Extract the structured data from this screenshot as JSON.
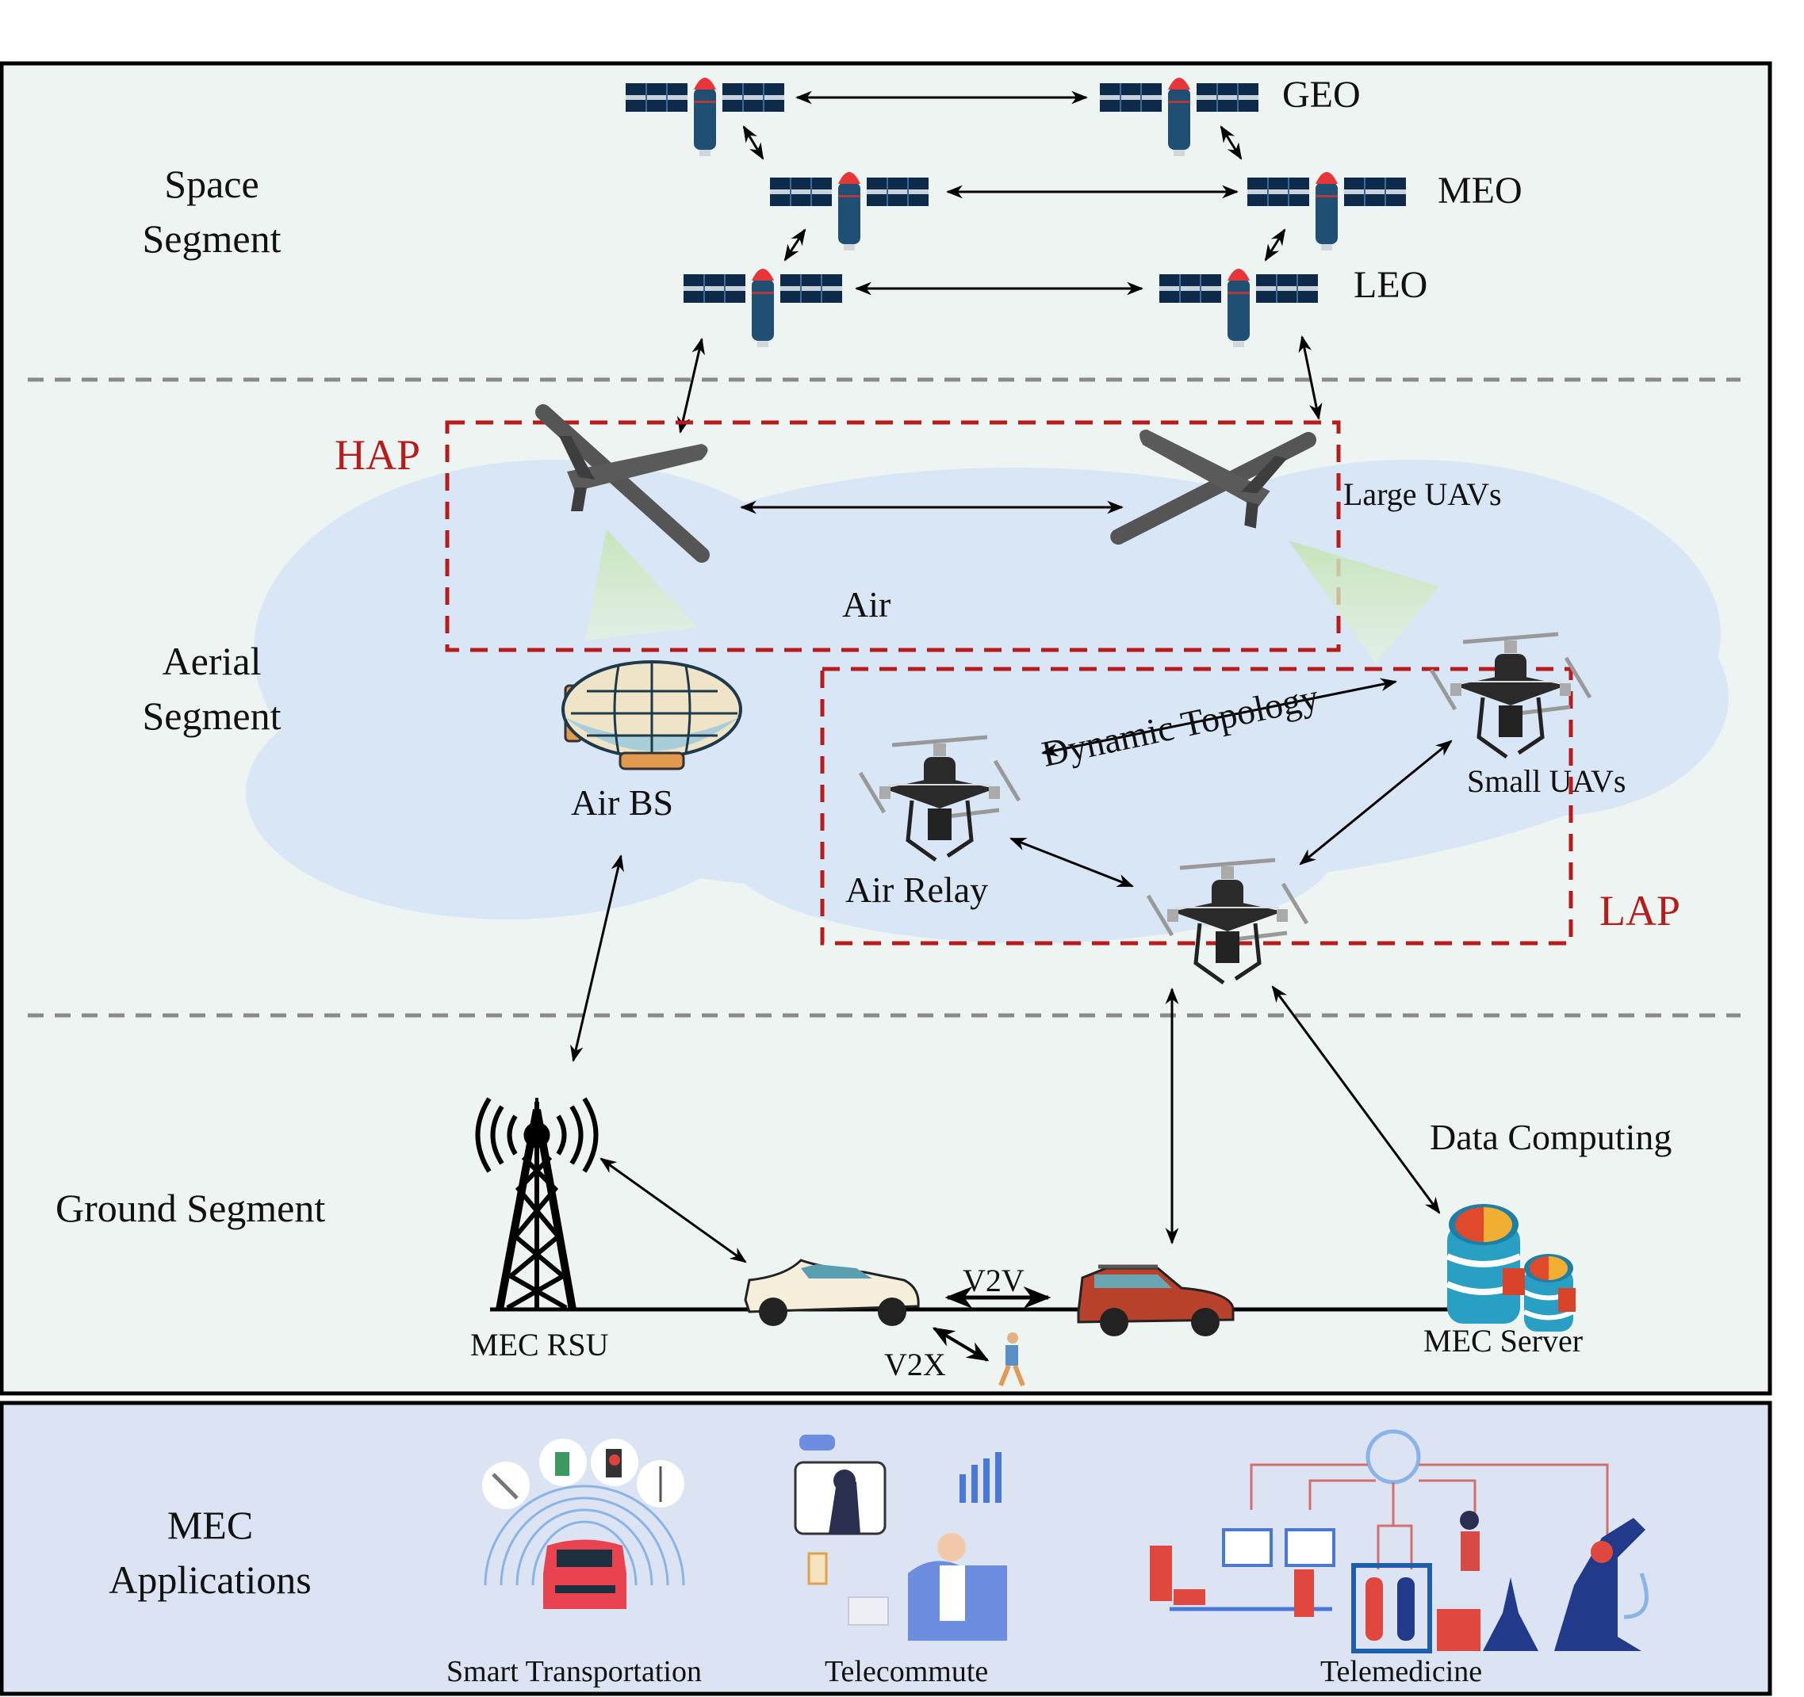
{
  "segments": {
    "space": "Space\nSegment",
    "aerial": "Aerial\nSegment",
    "ground": "Ground Segment",
    "apps": "MEC\nApplications"
  },
  "space_nodes": {
    "geo": "GEO",
    "meo": "MEO",
    "leo": "LEO"
  },
  "aerial_nodes": {
    "hap": "HAP",
    "lap": "LAP",
    "large_uavs": "Large UAVs",
    "air": "Air",
    "air_bs": "Air BS",
    "dynamic_topology": "Dynamic Topology",
    "small_uavs": "Small UAVs",
    "air_relay": "Air Relay"
  },
  "ground_nodes": {
    "mec_rsu": "MEC RSU",
    "v2v": "V2V",
    "v2x": "V2X",
    "data_computing": "Data Computing",
    "mec_server": "MEC Server"
  },
  "applications": [
    {
      "label": "Smart Transportation",
      "icon": "smart-transportation-illustration"
    },
    {
      "label": "Telecommute",
      "icon": "telecommute-illustration"
    },
    {
      "label": "Telemedicine",
      "icon": "telemedicine-illustration"
    }
  ],
  "colors": {
    "panel_bg": "#eef4f1",
    "apps_bg": "#dce3f2",
    "cloud": "#d8e6f5",
    "box_red": "#b71c1c",
    "divider": "#8a8a8a",
    "satellite_panel": "#0d2a4a",
    "satellite_body": "#1f4f73",
    "satellite_tip": "#e8353a"
  }
}
